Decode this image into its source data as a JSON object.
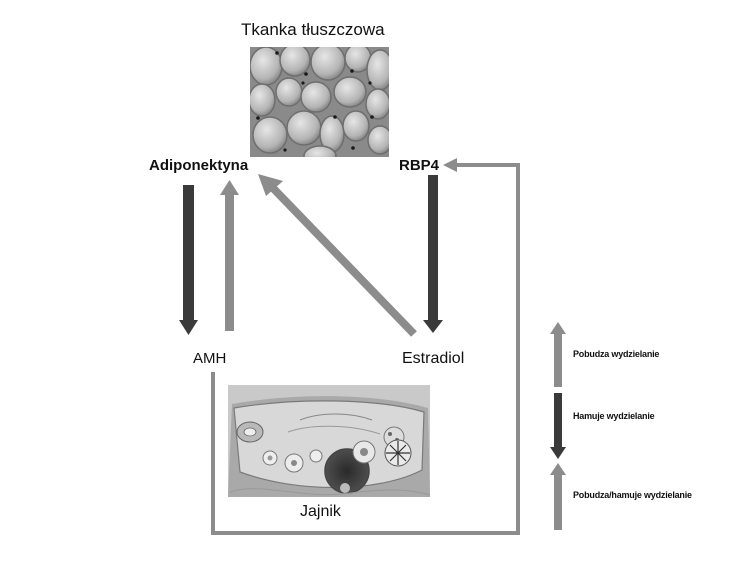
{
  "title": "Tkanka tłuszczowa",
  "nodes": {
    "adiponectin": "Adiponektyna",
    "rbp4": "RBP4",
    "amh": "AMH",
    "estradiol": "Estradiol",
    "ovary": "Jajnik"
  },
  "legend": {
    "stimulates": "Pobudza wydzielanie",
    "inhibits": "Hamuje wydzielanie",
    "stimulates_or_inhibits": "Pobudza/hamuje wydzielanie"
  },
  "colors": {
    "stimulates": "#8c8c8c",
    "inhibits": "#3a3a3a",
    "stimulates_or_inhibits": "#8c8c8c"
  }
}
